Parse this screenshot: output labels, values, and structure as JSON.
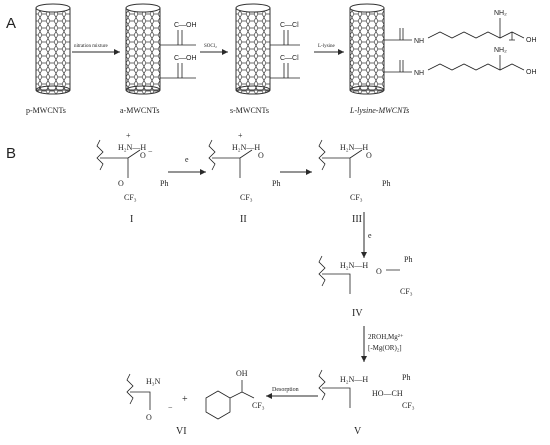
{
  "panels": {
    "a": "A",
    "b": "B"
  },
  "nanotubes": [
    "p-MWCNTs",
    "a-MWCNTs",
    "s-MWCNTs",
    "L-lysine-MWCNTs"
  ],
  "reagents": [
    "nitration mixture",
    "SOCl₂",
    "L-lysine",
    "e",
    "e",
    "2ROH,Mg²⁺",
    "[-Mg(OR)₂]",
    "Desorption"
  ],
  "groups": {
    "cooh": "C—OH",
    "cocl": "C—Cl",
    "nh": "NH",
    "nh2": "NH₂",
    "oh": "OH",
    "o": "O",
    "cf3": "CF₃",
    "ph": "Ph",
    "h3n": "H₃N",
    "h2n": "H₂N",
    "h2nh": "H₂N—H",
    "hoch": "HO—CH",
    "plus": "+",
    "minus": "−",
    "star": "*",
    "dots": "- -"
  },
  "stages": [
    "I",
    "II",
    "III",
    "IV",
    "V",
    "VI"
  ],
  "colors": {
    "ink": "#2a2a2a",
    "tube": "#3c3c3c",
    "bg": "#ffffff"
  }
}
